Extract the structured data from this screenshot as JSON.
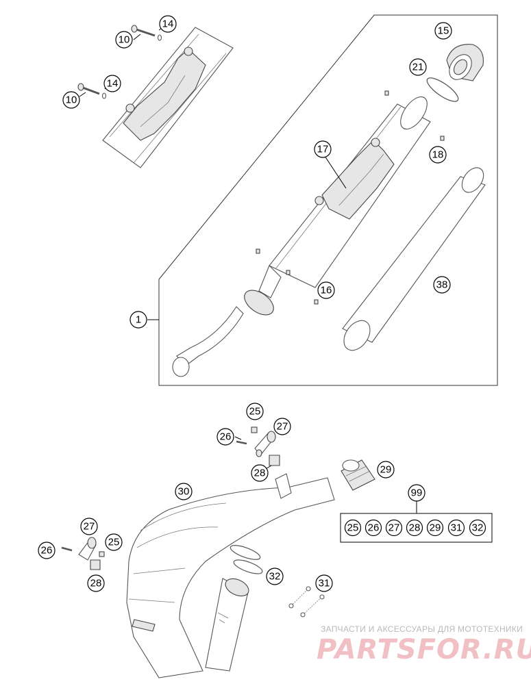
{
  "diagram": {
    "callouts": {
      "c10a": "10",
      "c14a": "14",
      "c10b": "10",
      "c14b": "14",
      "c15": "15",
      "c21": "21",
      "c17": "17",
      "c18": "18",
      "c16": "16",
      "c38": "38",
      "c1": "1",
      "c25a": "25",
      "c27a": "27",
      "c26a": "26",
      "c28a": "28",
      "c29": "29",
      "c30": "30",
      "c99": "99",
      "c27b": "27",
      "c25b": "25",
      "c26b": "26",
      "c28b": "28",
      "c32": "32",
      "c31": "31"
    },
    "kit_99_contents": [
      "25",
      "26",
      "27",
      "28",
      "29",
      "31",
      "32"
    ]
  },
  "watermark": {
    "tagline": "ЗАПЧАСТИ И АКСЕССУАРЫ ДЛЯ МОТОТЕХНИКИ",
    "logo": "PARTSFOR.RU"
  }
}
